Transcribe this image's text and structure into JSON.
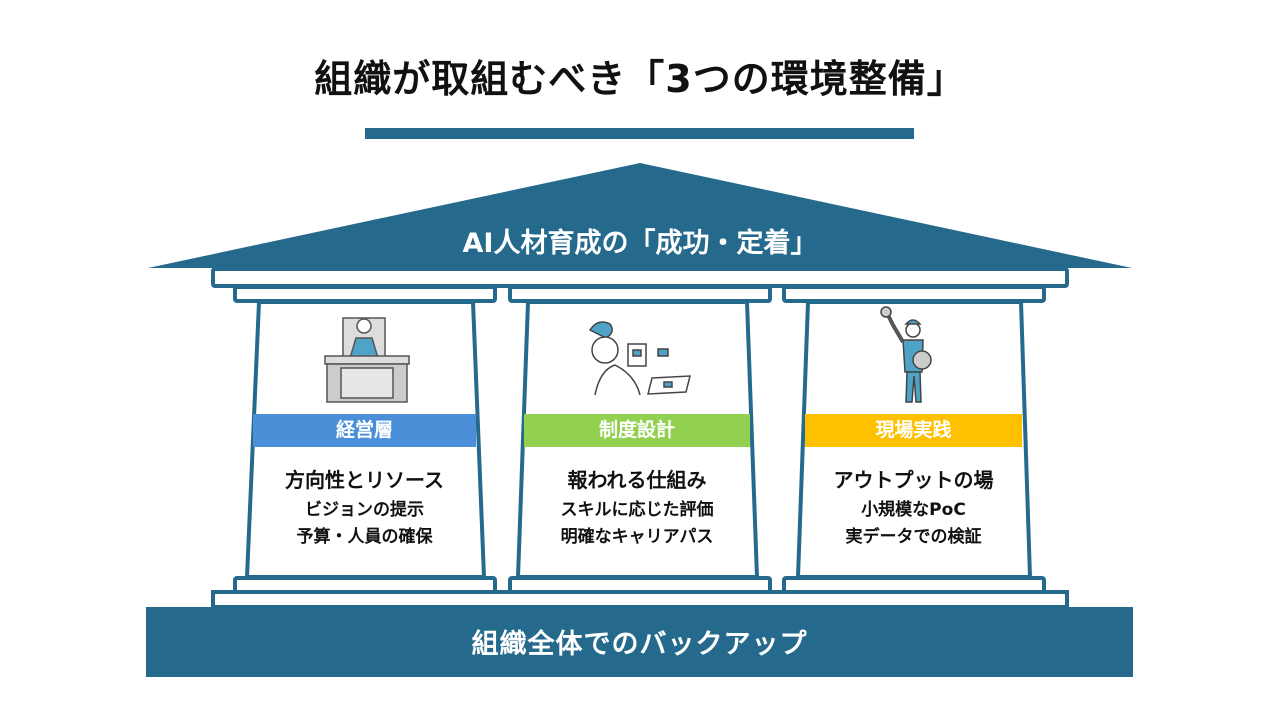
{
  "title": "組織が取組むべき「3つの環境整備」",
  "roof": {
    "label": "AI人材育成の「成功・定着」"
  },
  "foundation": {
    "label": "組織全体でのバックアップ"
  },
  "colors": {
    "primary": "#256a8c",
    "executive": "#4a8fd8",
    "system": "#92d050",
    "field": "#ffc000"
  },
  "pillars": [
    {
      "band": "経営層",
      "heading": "方向性とリソース",
      "lines": [
        "ビジョンの提示",
        "予算・人員の確保"
      ],
      "icon": "executive-at-desk-icon"
    },
    {
      "band": "制度設計",
      "heading": "報われる仕組み",
      "lines": [
        "スキルに応じた評価",
        "明確なキャリアパス"
      ],
      "icon": "planner-with-chart-icon"
    },
    {
      "band": "現場実践",
      "heading": "アウトプットの場",
      "lines": [
        "小規模なPoC",
        "実データでの検証"
      ],
      "icon": "worker-with-wrench-icon"
    }
  ]
}
